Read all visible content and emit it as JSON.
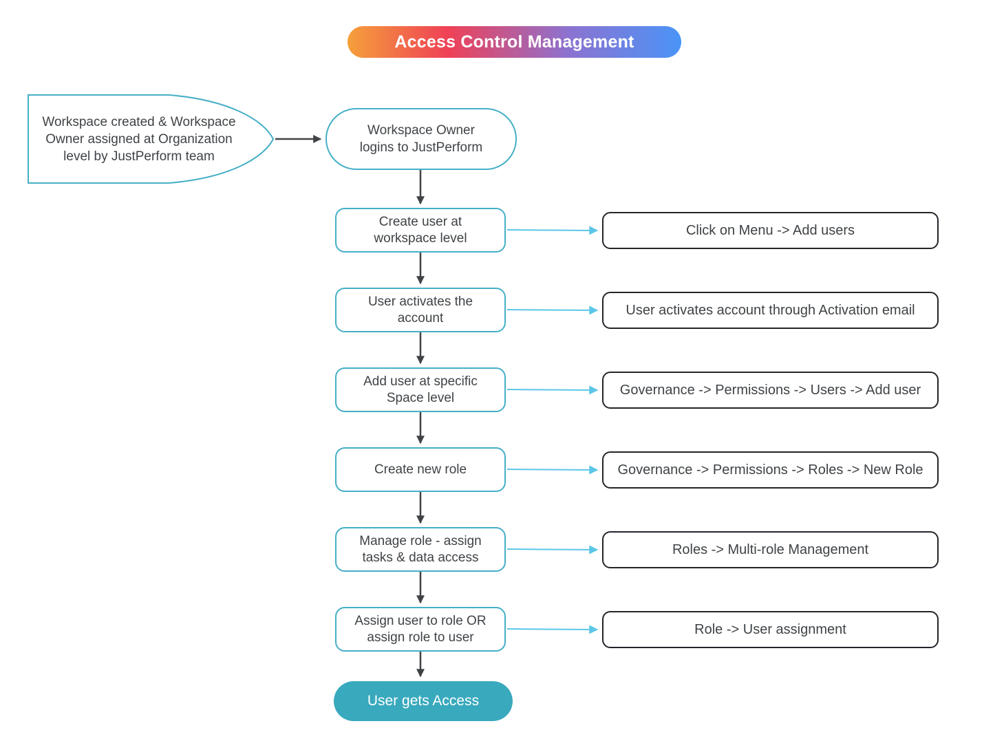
{
  "title": {
    "label": "Access Control Management"
  },
  "start_node": {
    "label": "Workspace created & Workspace Owner assigned at Organization level by JustPerform team"
  },
  "login_node": {
    "label": "Workspace Owner logins to JustPerform"
  },
  "end_node": {
    "label": "User gets Access"
  },
  "flow_steps": [
    {
      "step": "Create user at workspace level",
      "action": "Click on Menu -> Add users"
    },
    {
      "step": "User activates the account",
      "action": "User activates account through Activation email"
    },
    {
      "step": "Add user at specific Space level",
      "action": "Governance -> Permissions -> Users -> Add user"
    },
    {
      "step": "Create new role",
      "action": "Governance -> Permissions -> Roles -> New Role"
    },
    {
      "step": "Manage role - assign tasks & data access",
      "action": "Roles -> Multi-role Management"
    },
    {
      "step": "Assign user to role OR assign role to user",
      "action": "Role -> User assignment"
    }
  ],
  "colors": {
    "node_border_teal": "#45AFC6",
    "end_fill_teal": "#39A9BD",
    "action_border_dark": "#212529",
    "flow_arrow_dark": "#3F4346",
    "action_arrow_cyan": "#5BC6E8",
    "text_dark": "#3F4346",
    "title_gradient": [
      "#F5A03A",
      "#EF4156",
      "#8D72D0",
      "#4A94F7"
    ],
    "title_text": "#FFFFFF"
  }
}
